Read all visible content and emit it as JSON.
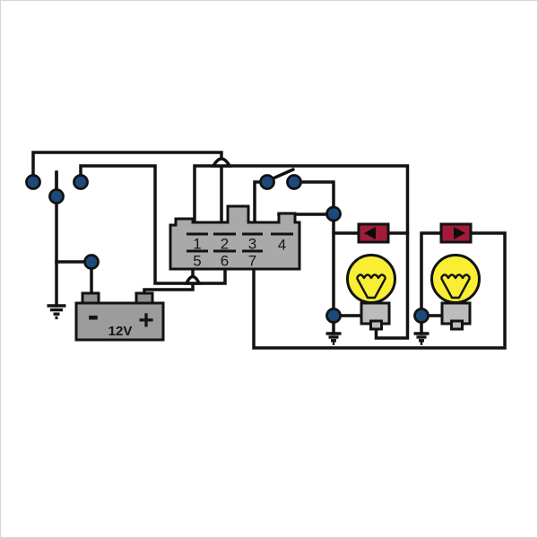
{
  "connector": {
    "pins": [
      "1",
      "2",
      "3",
      "4",
      "5",
      "6",
      "7"
    ]
  },
  "battery": {
    "label": "12V",
    "minus": "-",
    "plus": "+"
  },
  "colors": {
    "wire": "#121212",
    "dot": "#1c4a7d",
    "gray": "#a9a9a9",
    "battgray": "#9c9c9c",
    "postgray": "#909090",
    "basegray": "#bcbcbc",
    "red": "#a11c38",
    "yellow": "#f8ee33",
    "background": "#ffffff"
  }
}
